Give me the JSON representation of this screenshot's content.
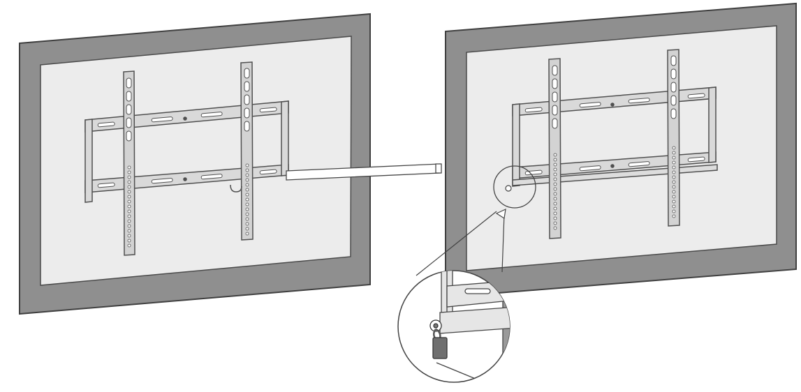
{
  "figure": {
    "panels": [
      {
        "name": "tv-rear-before-lock",
        "description_visible_text": ""
      },
      {
        "name": "tv-rear-after-lock",
        "description_visible_text": ""
      }
    ],
    "callout": {
      "name": "padlock-detail-magnifier"
    }
  },
  "colors": {
    "tv_frame": "#8f8f8f",
    "tv_frame_outline": "#4a4a4a",
    "tv_back_panel": "#ececec",
    "bracket_fill": "#d7d7d7",
    "bracket_stroke": "#4f4f4f",
    "line": "#444444",
    "background": "#ffffff"
  },
  "icons": [
    "padlock-icon",
    "wall-plate-icon",
    "mounting-arm-icon",
    "bar-connector-icon"
  ]
}
